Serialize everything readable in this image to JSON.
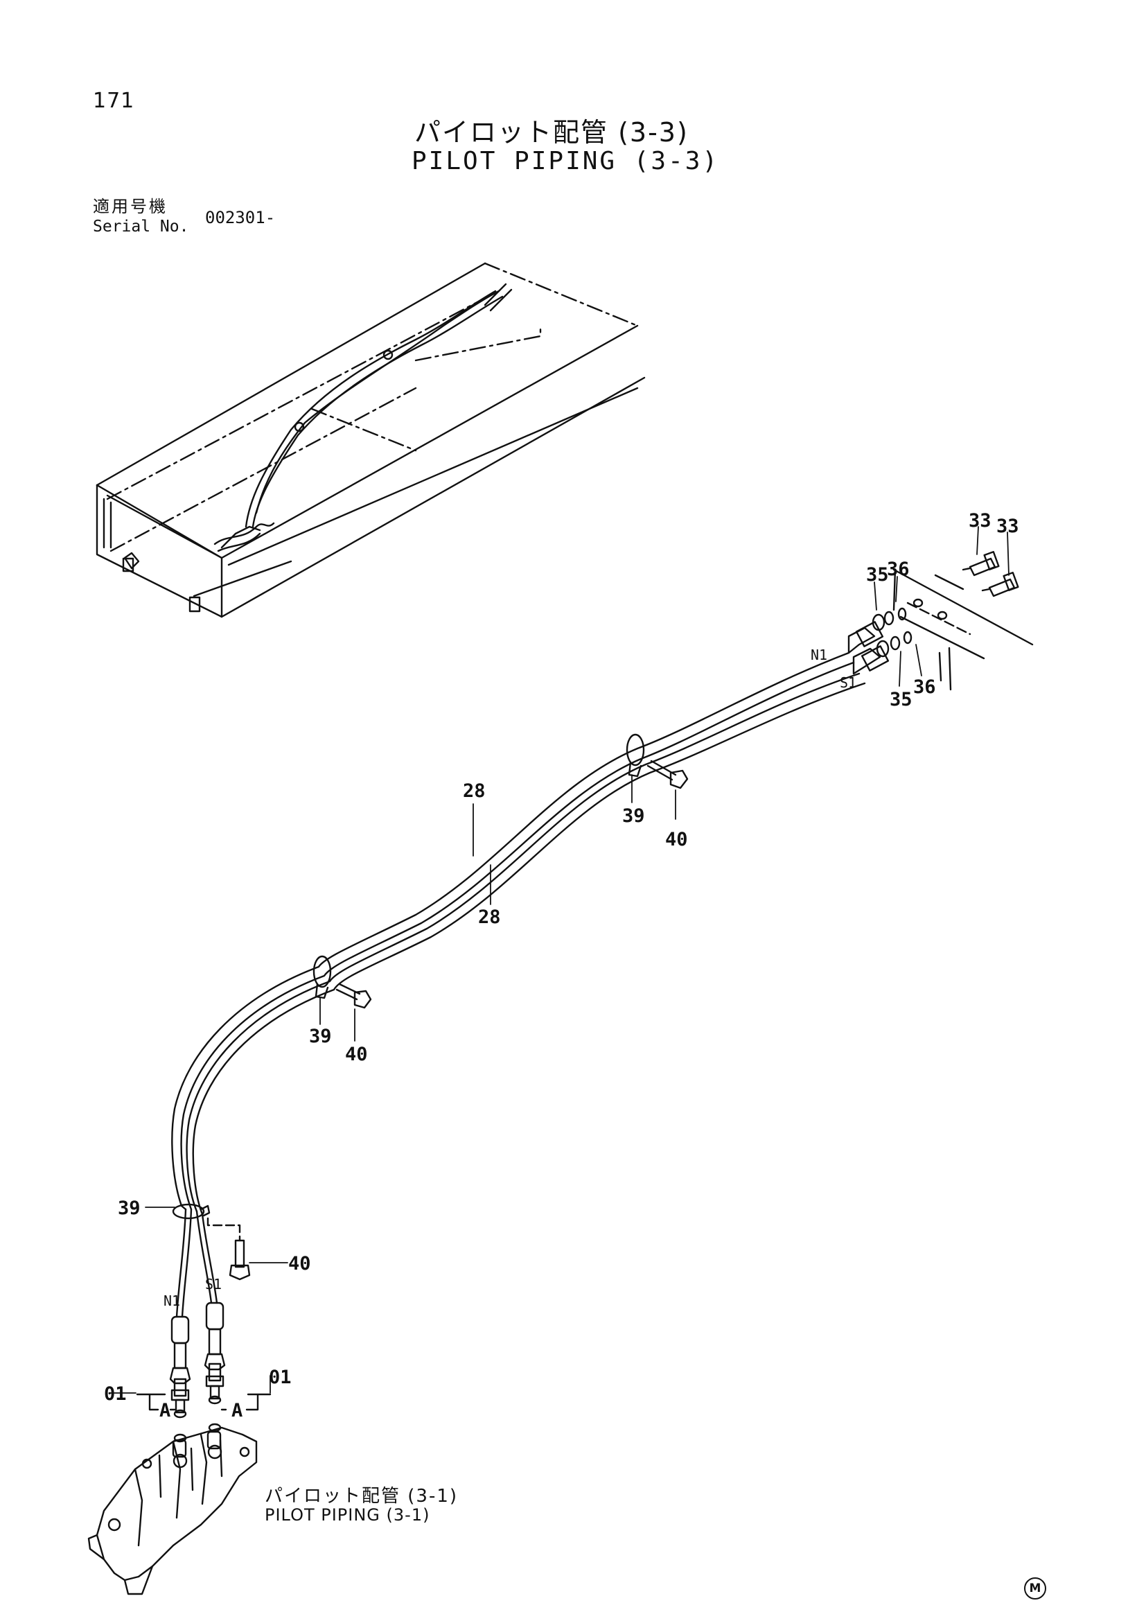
{
  "page_number": "171",
  "title": {
    "japanese": "パイロット配管 (3-3)",
    "english": "PILOT PIPING (3-3)"
  },
  "serial": {
    "label_japanese": "適用号機",
    "label_english": "Serial No.",
    "value": "002301-"
  },
  "reference": {
    "japanese": "パイロット配管 (3-1)",
    "english": "PILOT PIPING (3-1)"
  },
  "footer_mark": "M",
  "callouts": {
    "c33a": "33",
    "c33b": "33",
    "c35a": "35",
    "c36a": "36",
    "c35b": "35",
    "c36b": "36",
    "n1_top": "N1",
    "s1_top": "S1",
    "c28a": "28",
    "c28b": "28",
    "c39a": "39",
    "c40a": "40",
    "c39b": "39",
    "c40b": "40",
    "c39c": "39",
    "c40c": "40",
    "n1_bottom": "N1",
    "s1_bottom": "S1",
    "c01a": "01",
    "c01b": "01",
    "ca": "A",
    "cb": "A"
  }
}
